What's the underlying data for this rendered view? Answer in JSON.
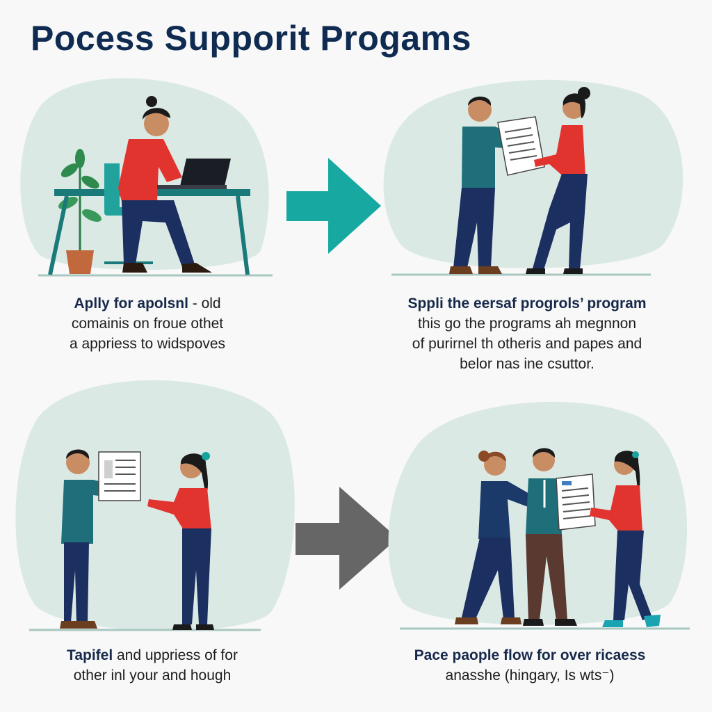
{
  "title": "Pocess Supporit Progams",
  "steps": [
    {
      "lead": "Aplly for apolsnl",
      "rest": " - old",
      "lines": [
        "comainis on froue othet",
        "a appriess to widspoves"
      ]
    },
    {
      "lead": "Sppli the eersaf progrols’ program",
      "lines": [
        "this go the programs ah megnnon",
        "of purirnel th otheris and papes and",
        "belor nas ine csuttor."
      ]
    },
    {
      "lead": "Tapifel",
      "rest": " and uppriess of for",
      "lines": [
        "other inl your and hough"
      ]
    },
    {
      "lead": "Pace paople flow for over ricaess",
      "lines": [
        "anasshe (hingary, Is wts⁻)"
      ]
    }
  ],
  "colors": {
    "title": "#0f2b52",
    "blob": "#dbe9e5",
    "arrow_teal": "#16a8a1",
    "arrow_gray": "#666666",
    "shirt_red": "#e2342f",
    "jacket_teal": "#1f6f7a",
    "pants_navy": "#1b2f60"
  },
  "icons": [
    "arrow-right-icon",
    "laptop-icon",
    "plant-icon",
    "document-icon"
  ]
}
